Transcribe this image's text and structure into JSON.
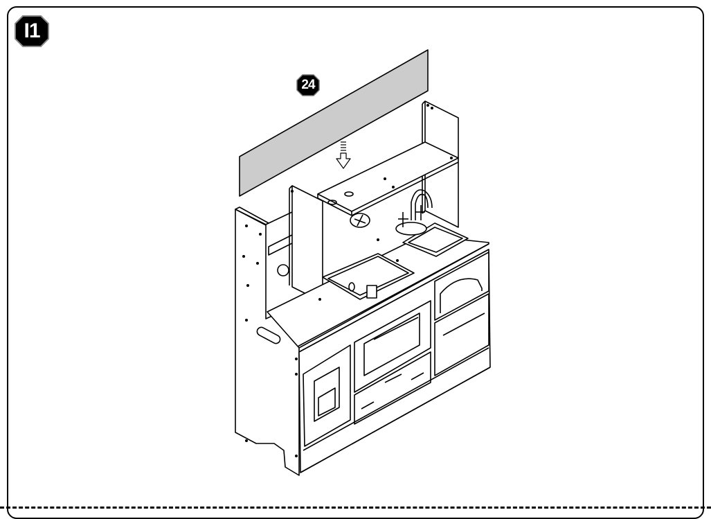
{
  "step": {
    "label": "I1",
    "badge_color": "#000000"
  },
  "part": {
    "label": "24",
    "badge_color": "#000000"
  },
  "panel": {
    "fill": "#cccccc"
  },
  "arrow": {
    "direction": "down",
    "icon": "arrow-down-icon"
  }
}
